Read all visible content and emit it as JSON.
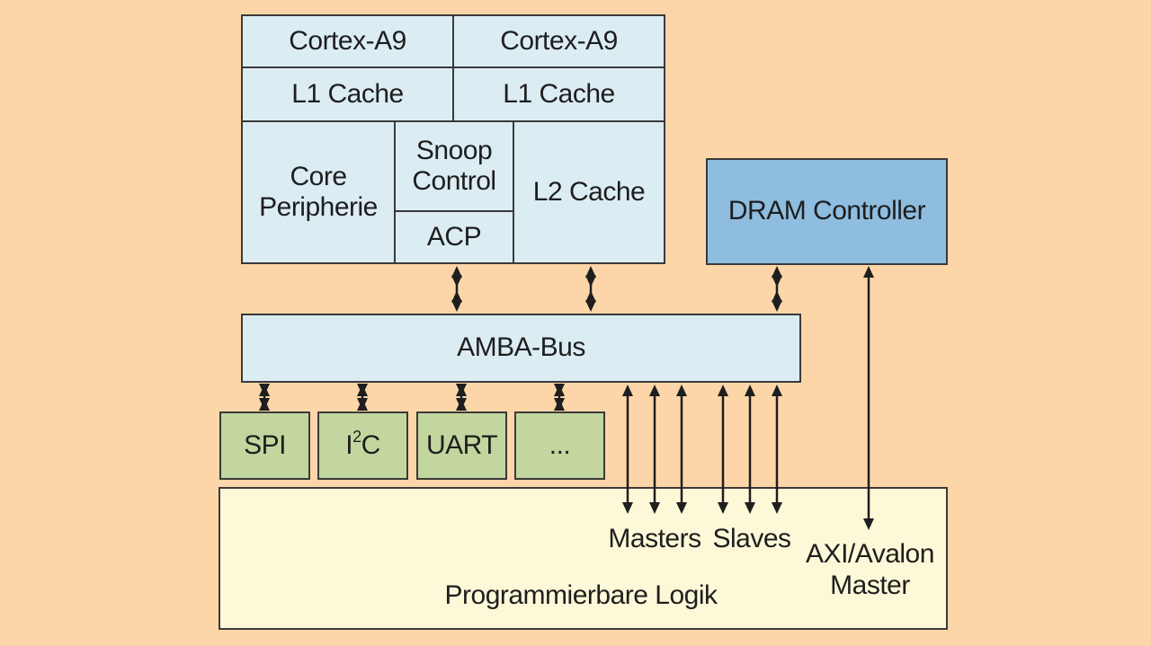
{
  "cpu_cluster": {
    "core1": "Cortex-A9",
    "core2": "Cortex-A9",
    "l1_1": "L1 Cache",
    "l1_2": "L1 Cache",
    "core_peripherie": "Core\nPeripherie",
    "snoop_control": "Snoop\nControl",
    "acp": "ACP",
    "l2_cache": "L2 Cache"
  },
  "dram_controller": "DRAM Controller",
  "amba_bus": "AMBA-Bus",
  "peripherals": {
    "spi": "SPI",
    "i2c_base": "I",
    "i2c_sup": "2",
    "i2c_end": "C",
    "uart": "UART",
    "more": "..."
  },
  "fpga": {
    "title": "Programmierbare Logik",
    "masters": "Masters",
    "slaves": "Slaves",
    "axi_master": "AXI/Avalon\nMaster"
  },
  "colors": {
    "background": "#fcd6a8",
    "cpu_block": "#dcecf3",
    "dram_block": "#8fbde0",
    "peripheral_block": "#c3d69f",
    "fpga_block": "#fdf8d8"
  }
}
